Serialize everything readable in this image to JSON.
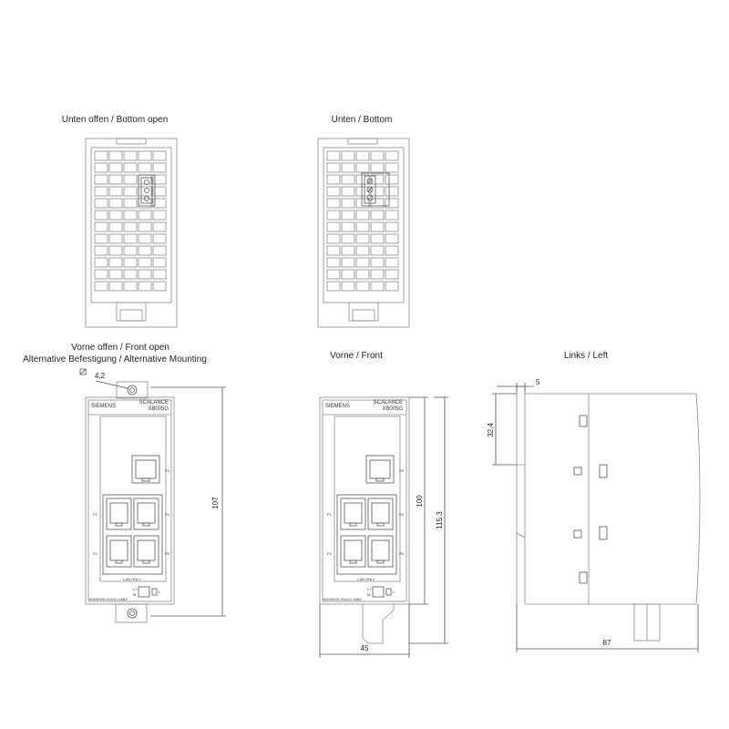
{
  "views": {
    "bottom_open": {
      "title": "Unten offen / Bottom open"
    },
    "bottom": {
      "title": "Unten / Bottom"
    },
    "front_open": {
      "title": "Vorne offen / Front open",
      "subtitle": "Alternative Befestigung / Alternative Mounting",
      "hole_dim": "4,2",
      "height_dim": "107"
    },
    "front": {
      "title": "Vorne / Front",
      "height_inner_dim": "100",
      "height_total_dim": "115,3",
      "width_dim": "45"
    },
    "left": {
      "title": "Links / Left",
      "top_dim": "5",
      "rail_dim": "32,4",
      "depth_dim": "87"
    }
  },
  "device": {
    "brand": "SIEMENS",
    "product_line": "SCALANCE",
    "model": "XB005G",
    "order_number": "6GK5005-0GA10-1AB2",
    "lan_label": "LAN ONLY",
    "ports": [
      "P1",
      "P2",
      "P3",
      "P4",
      "P5"
    ],
    "terminal": [
      "L+",
      "M",
      "L"
    ]
  }
}
